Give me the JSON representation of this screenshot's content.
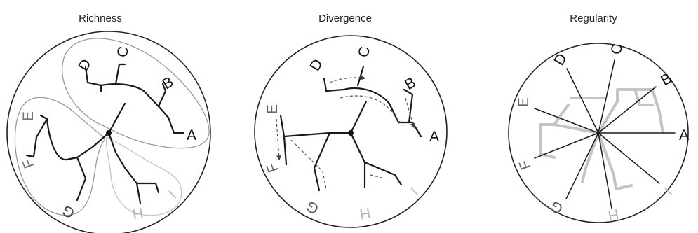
{
  "panels": [
    {
      "title": "Richness",
      "tips": [
        "A",
        "B",
        "C",
        "D",
        "E",
        "F",
        "G",
        "H",
        "I"
      ]
    },
    {
      "title": "Divergence",
      "tips": [
        "A",
        "B",
        "C",
        "D",
        "E",
        "F",
        "G",
        "H",
        "I"
      ]
    },
    {
      "title": "Regularity",
      "tips": [
        "A",
        "B",
        "C",
        "D",
        "E",
        "F",
        "G",
        "H",
        "I"
      ]
    }
  ],
  "colors": {
    "tree": "#1a1a1a",
    "muted": "#9a9a9a",
    "faint": "#c4c4c4",
    "outline": "#222222"
  }
}
